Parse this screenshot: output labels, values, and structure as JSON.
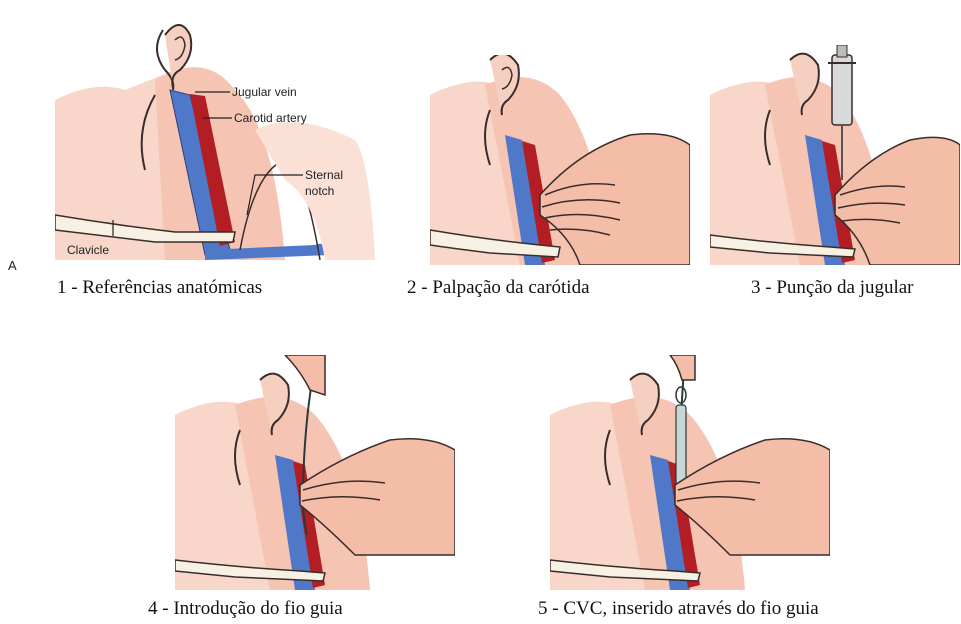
{
  "figure_letter": "A",
  "panels": [
    {
      "caption": "1 - Referências anatómicas",
      "labels": {
        "jugular": "Jugular vein",
        "carotid": "Carotid artery",
        "sternal1": "Sternal",
        "sternal2": "notch",
        "clavicle": "Clavicle"
      }
    },
    {
      "caption": "2 - Palpação da carótida"
    },
    {
      "caption": "3 - Punção da jugular"
    },
    {
      "caption": "4 - Introdução do fio guia"
    },
    {
      "caption": "5 - CVC, inserido através do fio guia"
    }
  ],
  "colors": {
    "skin": "#f5c4b3",
    "skin_dark": "#e79b88",
    "vein": "#4f78c9",
    "artery": "#b31e24",
    "bone": "#f6f1e2",
    "outline": "#3a2c2a"
  }
}
